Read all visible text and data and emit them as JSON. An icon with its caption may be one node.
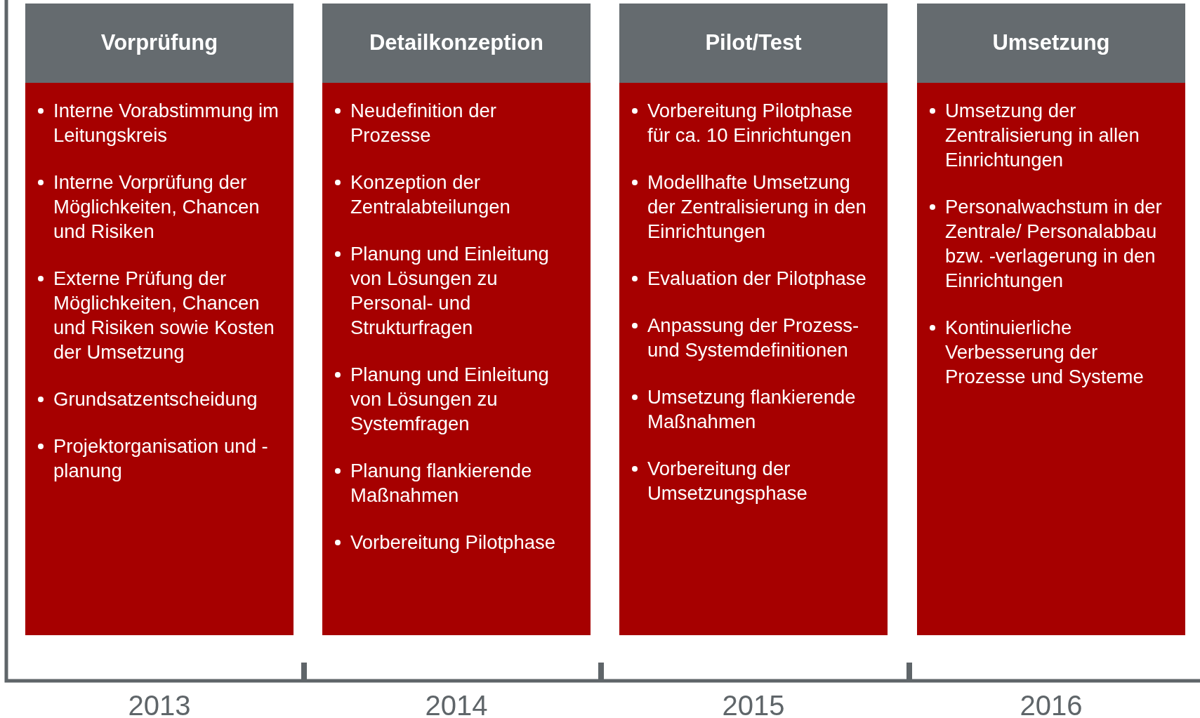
{
  "diagram": {
    "nodes": [
      {
        "text": [
          "Vorprüfung",
          "Interne Vorabstimmung im Leitungskreis",
          "Interne Vorprüfung der Möglichkeiten, Chancen und Risiken",
          "Externe Prüfung der Möglichkeiten, Chancen und Risiken sowie Kosten der Umsetzung",
          "Grundsatzentscheidung",
          "Projektorganisation und -planung"
        ]
      },
      {
        "text": [
          "Detailkonzeption",
          "Neudefinition der Prozesse",
          "Konzeption der Zentralabteilungen",
          "Planung und Einleitung von Lösungen zu Personal- und Strukturfragen",
          "Planung und Einleitung von Lösungen zu Systemfragen",
          "Planung flankierende Maßnahmen",
          "Vorbereitung Pilotphase"
        ]
      },
      {
        "text": [
          "Pilot/Test",
          "Vorbereitung Pilotphase für ca. 10 Einrichtungen",
          "Modellhafte Umsetzung der Zentralisierung in den Einrichtungen",
          "Evaluation der Pilotphase",
          "Anpassung der Prozess- und Systemdefinitionen",
          "Umsetzung flankierende Maßnahmen",
          "Vorbereitung der Umsetzungsphase"
        ]
      },
      {
        "text": [
          "Umsetzung",
          "Umsetzung der Zentralisierung in allen Einrichtungen",
          "Personalwachstum in der Zentrale/ Personalabbau bzw. -verlagerung in den Einrichtungen",
          "Kontinuierliche Verbesserung der Prozesse und Systeme"
        ]
      }
    ],
    "labels": [
      "2013",
      "2014",
      "2015",
      "2016"
    ]
  }
}
